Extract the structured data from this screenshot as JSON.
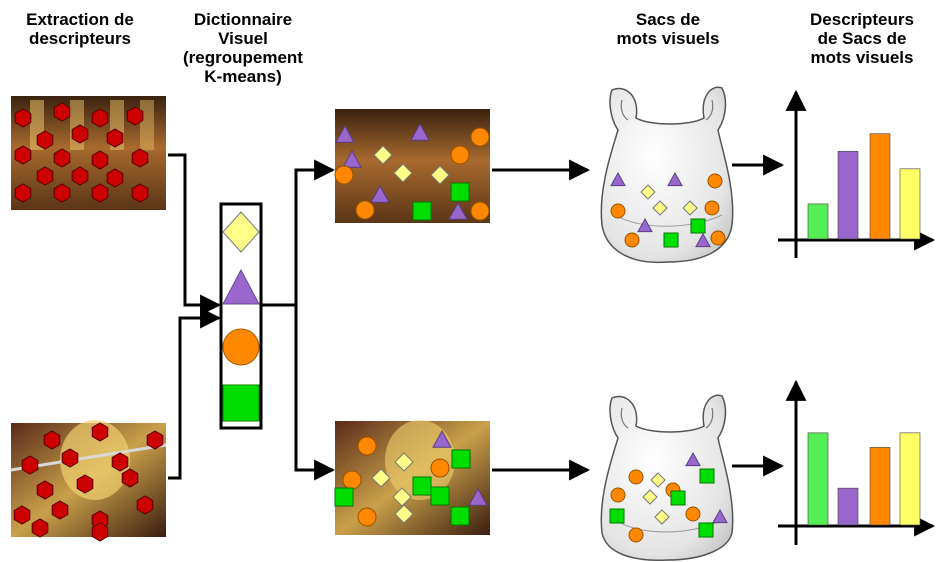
{
  "headers": {
    "extraction": [
      "Extraction de",
      "descripteurs"
    ],
    "dictionary": [
      "Dictionnaire",
      "Visuel",
      "(regroupement",
      "K-means)"
    ],
    "bags": [
      "Sacs de",
      "mots visuels"
    ],
    "descriptors": [
      "Descripteurs",
      "de Sacs de",
      "mots visuels"
    ]
  },
  "vocabulary": [
    "diamond",
    "triangle",
    "circle",
    "square"
  ],
  "colors": {
    "diamond": "#ffff88",
    "triangle": "#9966cc",
    "circle": "#ff8800",
    "square": "#00dd00",
    "descriptor_point": "#cc0000",
    "arrow": "#000000"
  },
  "chart_data": [
    {
      "type": "bar",
      "title": "",
      "categories": [
        "square",
        "triangle",
        "circle",
        "diamond"
      ],
      "values": [
        0.3,
        0.75,
        0.9,
        0.6
      ],
      "colors": [
        "#55ee55",
        "#9966cc",
        "#ff8800",
        "#ffff66"
      ],
      "ylim": [
        0,
        1
      ],
      "xlabel": "",
      "ylabel": ""
    },
    {
      "type": "bar",
      "title": "",
      "categories": [
        "square",
        "triangle",
        "circle",
        "diamond"
      ],
      "values": [
        0.95,
        0.38,
        0.8,
        0.95
      ],
      "colors": [
        "#55ee55",
        "#9966cc",
        "#ff8800",
        "#ffff66"
      ],
      "ylim": [
        0,
        1
      ],
      "xlabel": "",
      "ylabel": ""
    }
  ]
}
